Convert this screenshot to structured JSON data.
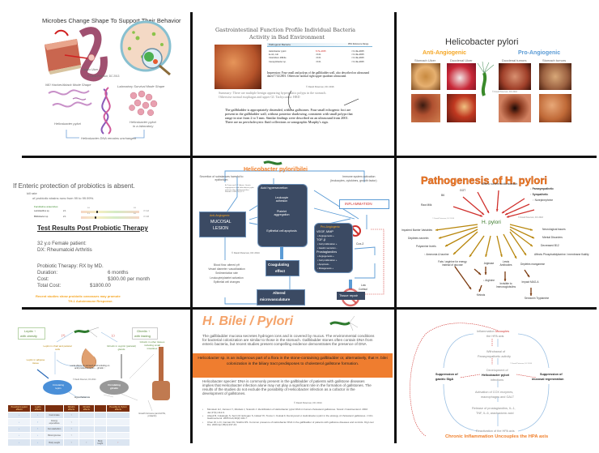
{
  "slides": {
    "s1": {
      "title": "Microbes Change Shape To Support Their Behavior",
      "gastric_ulcer": "Gastric Ulcer",
      "copyright": "© David Peterson, DC 2013",
      "left_caption": "NEI Hacker/Attack Mode Shape",
      "right_caption": "Laboratory Survival Mode Shape",
      "left_label": "Helicobacter pylori",
      "right_label_1": "Helicobacter pylori",
      "right_label_2": "in a laboratory",
      "bottom": "Helicobacter DNA remains unchanged"
    },
    "s2": {
      "title_1": "Gastrointestinal Function Profile Individual Bacteria",
      "title_2": "Activity in Bad Environment",
      "table_header": "Pathogenic Bacteria",
      "table_range_header": "95% Reference Range",
      "rows": [
        {
          "name": "Helicobacter pylori",
          "value": "8.7E+0005",
          "range": "<=1.0E+0005"
        },
        {
          "name": "E.coli, cult",
          "value": "<0.01",
          "range": "<=1.0E+0005"
        },
        {
          "name": "Clostridium difficile",
          "value": "<0.01",
          "range": "<=1.0E+0005"
        },
        {
          "name": "Campylobacter sp.",
          "value": "<0.01",
          "range": "<=1.0E+0005"
        }
      ],
      "impression": "Impression: Four small and polyps of the gallbladder wall, also described on ultrasound dated 7/14/2001. Otherwise normal right upper quadrant ultrasound.",
      "copyright": "© David Peterson, DC 2016",
      "summary": "Summary: There are multiple benign appearing hyperplastic polyps in the stomach. Otherwise normal esophagus and upper GI. Tachycardia: HRD",
      "report": "The gallbladder is appropriately distended, without gallstones. Four small echogenic foci are present in the gallbladder wall, without posterior shadowing, consistent with small polyps that range in size from 2 to 5 mm. Similar findings were described on an ultrasound from 2001. There are no pericholecystic fluid collections or sonographic Murphy's sign."
    },
    "s3": {
      "title": "Helicobacter pylori",
      "anti": "Anti-Angiogenic",
      "pro": "Pro-Angiogenic",
      "labels": [
        "Stomach Ulcer",
        "Duodenal Ulcer",
        "Duodenal tumors",
        "Stomach tumors"
      ],
      "copyright": "© David Peterson, DC 2016"
    },
    "s4": {
      "headline": "If Enteric protection of probiotics is absent.",
      "kill_rate": "kill rate",
      "kill_detail": "of probiotic strains runs from 99 to 99.99%.",
      "legend": "Facultative anaerobes",
      "bars": [
        {
          "name": "Lactobacillus sp.",
          "value": "2.1",
          "mark_fraction": 0.12,
          "low": "1.6",
          "high": "1.8",
          "ref": "<= 1.2"
        },
        {
          "name": "Bifidobacter sp.",
          "value": "2.1",
          "mark_fraction": 0.1,
          "low": "2.1",
          "high": "1.6",
          "ref": "<= 1.6"
        }
      ],
      "title": "Test Results Post Probiotic Therapy",
      "patient": "32 y.o Female patient:",
      "dx": "DX: Rheumatoid Arthritis",
      "therapy": "Probiotic Therapy: RX by MD.",
      "duration_label": "Duration:",
      "duration_value": "6 months",
      "cost_label": "Cost:",
      "cost_value": "$300.00 per month",
      "total_label": "Total Cost:",
      "total_value": "$1800.00",
      "note_1": "Recent studies show probiotic carcasses may promote",
      "note_2": "TH-1 Autoimmune Response."
    },
    "s5": {
      "title": "Helicobacter pylori/bilei",
      "left_top": "Secretion of substances harmful to epithelium",
      "right_top_1": "Immune system activation",
      "right_top_2": "(leukocytes, cytokines, growth factor)",
      "citation": "A. Pawa and J. T. Amieri. Gastric angiogenesis and Helicobacter pylori infection. Rev Gd Hematol Ent Metabol. 2008;15(1):1-5.",
      "acid": "Acid hypersecretion",
      "leuko": "Leukocyte adhesion",
      "platelet": "Platelet aggregation",
      "epithelial": "Epithelial cell apoptosis",
      "inflammation": "INFLAMMATION",
      "anti_label": "Anti-Angiogenic",
      "mucosal_1": "MUCOSAL",
      "mucosal_2": "LESION",
      "pro_label": "Pro-Angiogenic",
      "pro_items": [
        "VEGF, MMP",
        "• Angiogenesis +",
        "TGF-β",
        "• Cell proliferation +",
        "• Gastric secretion -",
        "Prostaglandins",
        "• Angiogenesis +",
        "• Cell proliferation +",
        "• Apoptosis -",
        "• Mutagenesis +"
      ],
      "cox2": "Cox-2",
      "copyright": "© David Peterson, DC 2014",
      "coag_1": "Coagulating",
      "coag_2": "effect",
      "blood_lines": [
        "Blood flow: altered pH",
        "Vessel diameter: vasodilatation",
        "Sedimentation rate",
        "Leukocyte/platelet activation",
        "Epithelial cell changes"
      ],
      "altered_1": "Altered",
      "altered_2": "microvasculature",
      "tissue": "Tissue repair",
      "low_cortisol_1": "Low",
      "low_cortisol_2": "Cortisol"
    },
    "s6": {
      "title": "Pathogenesis of H. pylori",
      "center": "H. pylori",
      "copyright_left": "© David Peterson, DC 2014",
      "copyright_right": "© David Peterson, DC 2018",
      "inputs": [
        "Raw Milk",
        "B6",
        "GGT",
        "Able to survive acidic stomach",
        "↓ Parasympathetic",
        "↑ Sympathetic",
        "↑ Norepinephrine"
      ],
      "left_outputs": [
        "Impaired Barrier Variables",
        "Depletes secretin",
        "Polyamine levels",
        "↑ Ammonia & taurine"
      ],
      "right_outputs": [
        "Neurological issues",
        "Mental Disorders",
        "Decreased B12",
        "Affects Phosphatidylserine / membrane fluidity"
      ],
      "fats": "Fats / arginine for energy instead of glucose",
      "arginase": "Arginase",
      "arginine": "↓ Arginine",
      "ketosis": "Ketosis",
      "lewis": "Lewis Antibodies",
      "invisible": "Invisible to Immunoglobulins",
      "manganese": "Depletes manganese",
      "mao": "Impact MAO-A",
      "serotonin": "Serotonin Tryptamine"
    },
    "s7": {
      "leptin_box_1": "Leptin ↑",
      "leptin_box_2": "with obesity",
      "ghrelin_box_1": "Ghrelin ↑",
      "ghrelin_box_2": "with fasting",
      "plus": "(+)",
      "minus": "(-)",
      "leptin_chief": "Leptin in chief and parietal cells",
      "ghrelin_oxyntic": "Ghrelin in oxyntic (parietal) glands",
      "ghrelin_other": "Ghrelin in other tissues including small intestines",
      "leptin_adipose": "Leptin in adipose tissue",
      "local_effects": "Local effects on stomach acid including on acid production leptin ↓, ghrelin ↑",
      "copyright": "© David Peterson, DC 2014",
      "circ_leptin": "Circulating leptin",
      "circ_ghrelin": "Circulating ghrelin",
      "hypothalamus": "Hypothalamus",
      "growth": "Growth hormone (and ACTH, prolactin)",
      "table_headers": [
        "Possible H.pylori effects",
        "Leptin effects",
        "",
        "Ghrelin effects",
        "Ghrelin effects",
        "",
        "Possible H. Pylori effects"
      ],
      "table_rows": [
        [
          "↓",
          "↓",
          "Food intake",
          "↑",
          "",
          "",
          ""
        ],
        [
          "↓",
          "↑",
          "Energy expenditure",
          "↑",
          "",
          "",
          ""
        ],
        [
          "↓",
          "↑",
          "Fat catabolism",
          "↑",
          "",
          "",
          ""
        ],
        [
          "↓",
          "↓",
          "Blood glucose",
          "↑",
          "",
          "",
          ""
        ],
        [
          "↓",
          "↓",
          "Body weight",
          "↑",
          "↑",
          "Body height",
          "↑"
        ]
      ]
    },
    "s8": {
      "title": "H. Bilei / Pylori",
      "para1": "The gallbladder mucosa secretes hydrogen ions and is covered by mucus. The environmental conditions for bacterial colonization are similar to those in the stomach. Gallbladder stones often contain DNA from enteric bacteria, but recent studies present compelling evidence demonstrates the presence of DNA",
      "banner": "Helicobacter sp. is an indigenous part of a flora in the stone-containing gallbladder or, alternatively, that H. bilei colonization in the biliary tract predisposes to cholesterol gallstone formation.",
      "para2": "Helicobacter species' DNA is commonly present in the gallbladder of patients with gallstone diseases implies that Helicobacter infection alone may not play a significant role in the formation of gallstones. The results of the studies do not exclude the possibility of Helicobacter infection as a cofactor in the development of gallstones.",
      "copyright": "© David Peterson, DC 2014",
      "refs": [
        "Monstein HJ, Jonsson Y, Zdolsek J, Svanvik J. Identification of Helicobacter pylori DNA in human cholesterol gallstones. Scand J Gastroenterol. 2002 Jan;37(1):112-9.",
        "Abayli B, Colakoglu S, Serin M, Erdogan S, Isiksal YF, Tuncer I, Koksal F, Demiryurek H. Helicobacter pylori in the etiology of cholesterol gallstones. J Clin Gastroenterol. 2005 Feb;39(2):134-7.",
        "Chen W, Li D, Cannan RJ, Stubbs RS. Common presence of Helicobacter DNA in the gallbladder of patients with gallstone diseases and controls. Dig Liver Dis. 2003 Apr;35(4):237-43."
      ]
    },
    "s9": {
      "top_1": "Inflammation ",
      "top_uncouples": "uncouples",
      "top_2": "the HPA axis",
      "withdrawal_1": "Withdrawal of",
      "withdrawal_2": "Parasympathetic activity",
      "copyright": "© David Peterson, DC 2014",
      "dev_1": "Development of",
      "dev_2": "Helicobacter pylori",
      "dev_3": "infections",
      "left_1": "Suppression of",
      "left_2": "gastric SIgA",
      "right_1": "Suppression of",
      "right_2": "mucosal regeneration",
      "activation_1": "Activation of COX enzymes,",
      "activation_2": "macrophages and GALT",
      "release_1": "Release of prostaglandins, IL-1,",
      "release_2": "TNF, IL-6, arachadonic acid",
      "reactivation": "Reactivation of the HPA axis",
      "bottom": "Chronic Inflammation Uncouples the HPA axis"
    }
  },
  "colors": {
    "orange": "#f07f2a",
    "amber": "#f5a623",
    "blue": "#5b9bd5",
    "navy": "#3b4a63",
    "red": "#d0312d",
    "gold": "#b8860b",
    "brown": "#7b3a0f",
    "green": "#5a8a3c"
  }
}
